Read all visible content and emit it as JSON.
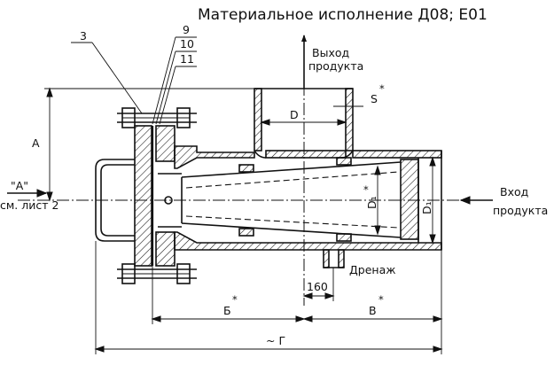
{
  "title": "Материальное исполнение Д08; Е01",
  "callouts": [
    "3",
    "9",
    "10",
    "11"
  ],
  "outlet": {
    "line1": "Выход",
    "line2": "продукта"
  },
  "inlet": {
    "line1": "Вход",
    "line2": "продукта"
  },
  "drain_label": "Дренаж",
  "view": {
    "label": "\"А\"",
    "ref": "см. лист 2"
  },
  "dimensions": {
    "height": "А",
    "nozzle_diameter": "D",
    "wall_thickness": "S",
    "wall_thickness_mark": "*",
    "cone_diameter": "D₁",
    "cone_diameter_mark": "*",
    "body_diameter": "D₁",
    "drain_offset": "160",
    "length_b": "Б",
    "length_b_mark": "*",
    "length_v": "В",
    "length_v_mark": "*",
    "overall_length": "~ Г"
  }
}
